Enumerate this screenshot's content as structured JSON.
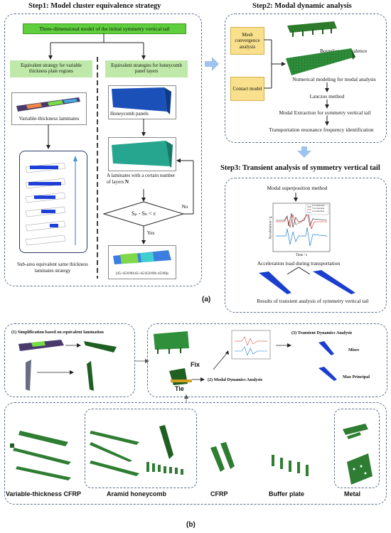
{
  "step1": {
    "title": "Step1: Model cluster equivalence strategy",
    "top_bar": "Three-dimensional model of the initial symmetry vertical tail",
    "left_head": "Equivalent strategy for variable thickness plate regions",
    "right_head": "Equivalent strategies for honeycomb panel layers",
    "variable_laminates": "Variable-thickness laminates",
    "honeycomb_panels": "Honeycomb panels",
    "laminates_layers": "A laminates with a certain number of layers",
    "laminates_N": "N",
    "condition": "Sₚ - Sₕ < ε",
    "no_label": "No",
    "yes_label": "Yes",
    "subarea": "Sub-area equivalent same thickness laminates strategy",
    "layup": "[45/-45/0/90/45/-45/45/0/90/-45/90]s"
  },
  "step2": {
    "title": "Step2: Modal dynamic analysis",
    "mesh": "Mesh convergence analysis",
    "contact": "Contact model",
    "boundary": "Boundary equivalence",
    "numerical": "Numerical modeling for modal analysis",
    "lanczos": "Lanczos method",
    "modal_extraction": "Modal Extraction for symmetry vertical tail",
    "resonance": "Transportation resonance frequency identification"
  },
  "step3": {
    "title": "Step3: Transient analysis of symmetry vertical tail",
    "modal_sup": "Modal superposition method",
    "accel_load": "Acceleration load during transportation",
    "results": "Results of transient analysis of symmetry vertical tail",
    "plot_xlabel": "Time / s",
    "plot_ylabel": "Acceleration / g",
    "legend": [
      "X acceleration",
      "Y acceleration",
      "Z acceleration"
    ]
  },
  "panel_a_label": "(a)",
  "panel_b": {
    "simplification": "(1) Simplification  based on equivalent lamination",
    "fix": "Fix",
    "tie": "Tie",
    "modal": "(2)  Modal Dynamics Analysis",
    "transient": "(3) Transient Dynamics Analysis",
    "mises": "Mises",
    "max_principal": "Max Principal",
    "materials": [
      "Variable-thickness CFRP",
      "Aramid honeycomb",
      "CFRP",
      "Buffer plate",
      "Metal"
    ]
  },
  "panel_b_label": "(b)",
  "colors": {
    "dark_green": "#1f5f22",
    "mid_green": "#2e7d32",
    "blue": "#1a3fd0",
    "accent_green": "#5fcf3d",
    "light_green": "#bfe9a8",
    "yellow": "#f8e08c",
    "arrow_blue": "#9ec3ee"
  }
}
